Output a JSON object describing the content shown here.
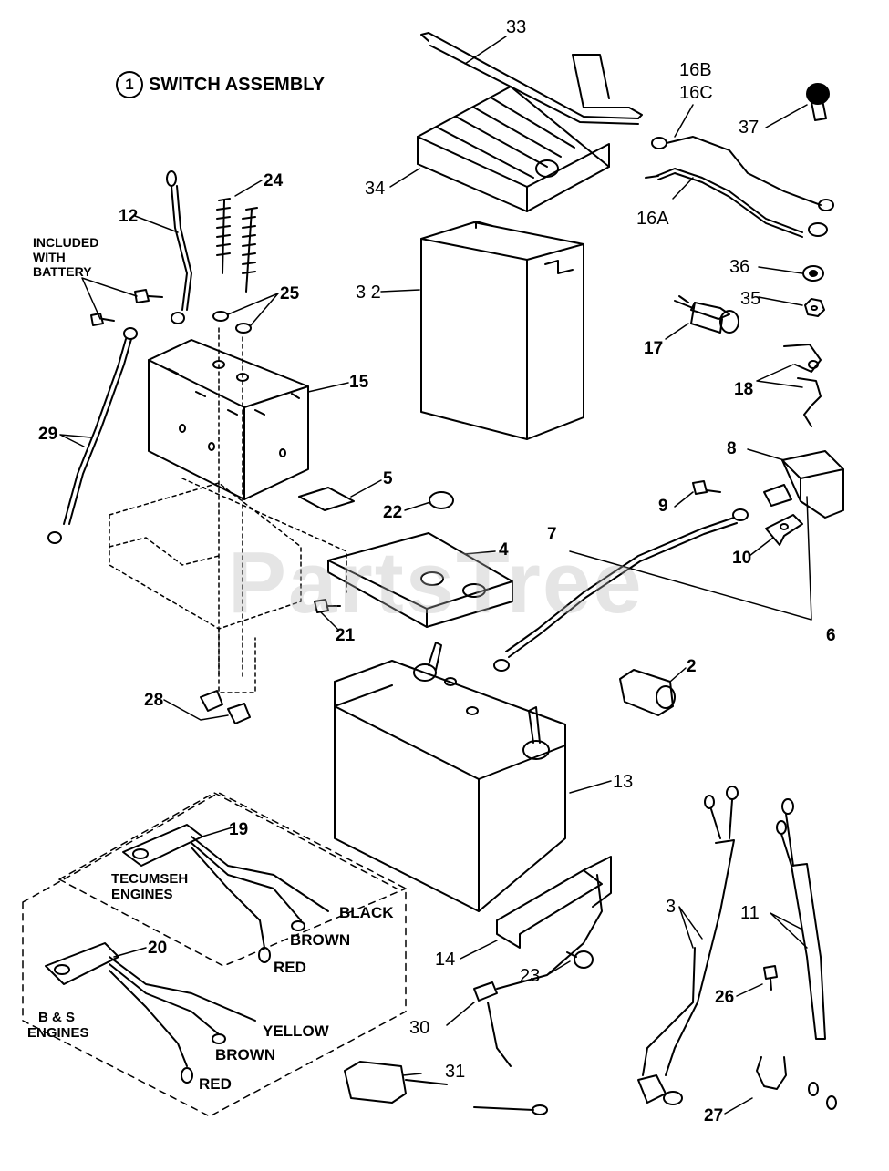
{
  "title": {
    "number": "1",
    "text": "SWITCH ASSEMBLY"
  },
  "watermark": "PartsTree",
  "included_note": [
    "INCLUDED",
    "WITH",
    "BATTERY"
  ],
  "groups": {
    "tecumseh": [
      "TECUMSEH",
      "ENGINES"
    ],
    "bs": [
      "B & S",
      "ENGINES"
    ]
  },
  "wires": {
    "tecumseh": {
      "black": "BLACK",
      "brown": "BROWN",
      "red": "RED"
    },
    "bs": {
      "yellow": "YELLOW",
      "brown": "BROWN",
      "red": "RED"
    }
  },
  "callouts": {
    "c33": "33",
    "c16b": "16B",
    "c16c": "16C",
    "c37": "37",
    "c34": "34",
    "c16a": "16A",
    "c24": "24",
    "c12": "12",
    "c25": "25",
    "c36": "36",
    "c35": "35",
    "c32": "3 2",
    "c17": "17",
    "c15": "15",
    "c18": "18",
    "c29": "29",
    "c8": "8",
    "c5": "5",
    "c22": "22",
    "c9": "9",
    "c7": "7",
    "c4": "4",
    "c10": "10",
    "c6": "6",
    "c21": "21",
    "c2": "2",
    "c28": "28",
    "c13": "13",
    "c19": "19",
    "c3": "3",
    "c11": "11",
    "c20": "20",
    "c14": "14",
    "c23": "23",
    "c26": "26",
    "c30": "30",
    "c31": "31",
    "c27": "27"
  }
}
